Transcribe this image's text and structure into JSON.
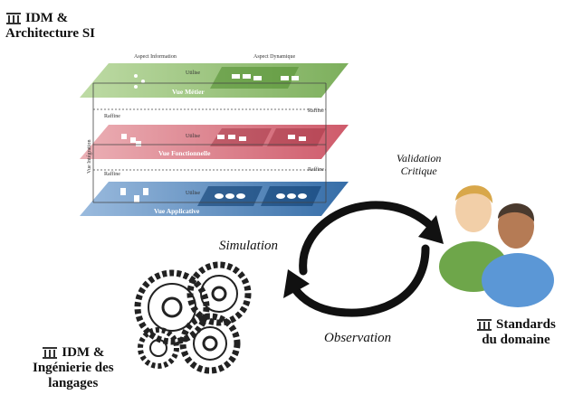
{
  "top_left": {
    "line1": "IDM &",
    "line2": "Architecture SI"
  },
  "bottom_left": {
    "line1": "IDM &",
    "line2": "Ingénierie des",
    "line3": "langages"
  },
  "right": {
    "line1": "Standards",
    "line2": "du domaine"
  },
  "cycle": {
    "validation": "Validation",
    "critique": "Critique",
    "simulation": "Simulation",
    "observation": "Observation"
  },
  "layers": {
    "aspect_information": "Aspect Information",
    "aspect_dynamique": "Aspect Dynamique",
    "vue_metier": "Vue Métier",
    "vue_fonctionnelle": "Vue Fonctionnelle",
    "vue_applicative": "Vue Applicative",
    "vue_integration": "Vue Intégration",
    "utilise": "Utilise",
    "raffine": "Raffine"
  },
  "colors": {
    "green_layer": "#8fbf6a",
    "red_layer": "#d9727d",
    "blue_layer": "#3f77b3"
  },
  "icons": [
    "pillar-icon",
    "gears-icon",
    "cycle-arrows-icon",
    "users-icon"
  ]
}
